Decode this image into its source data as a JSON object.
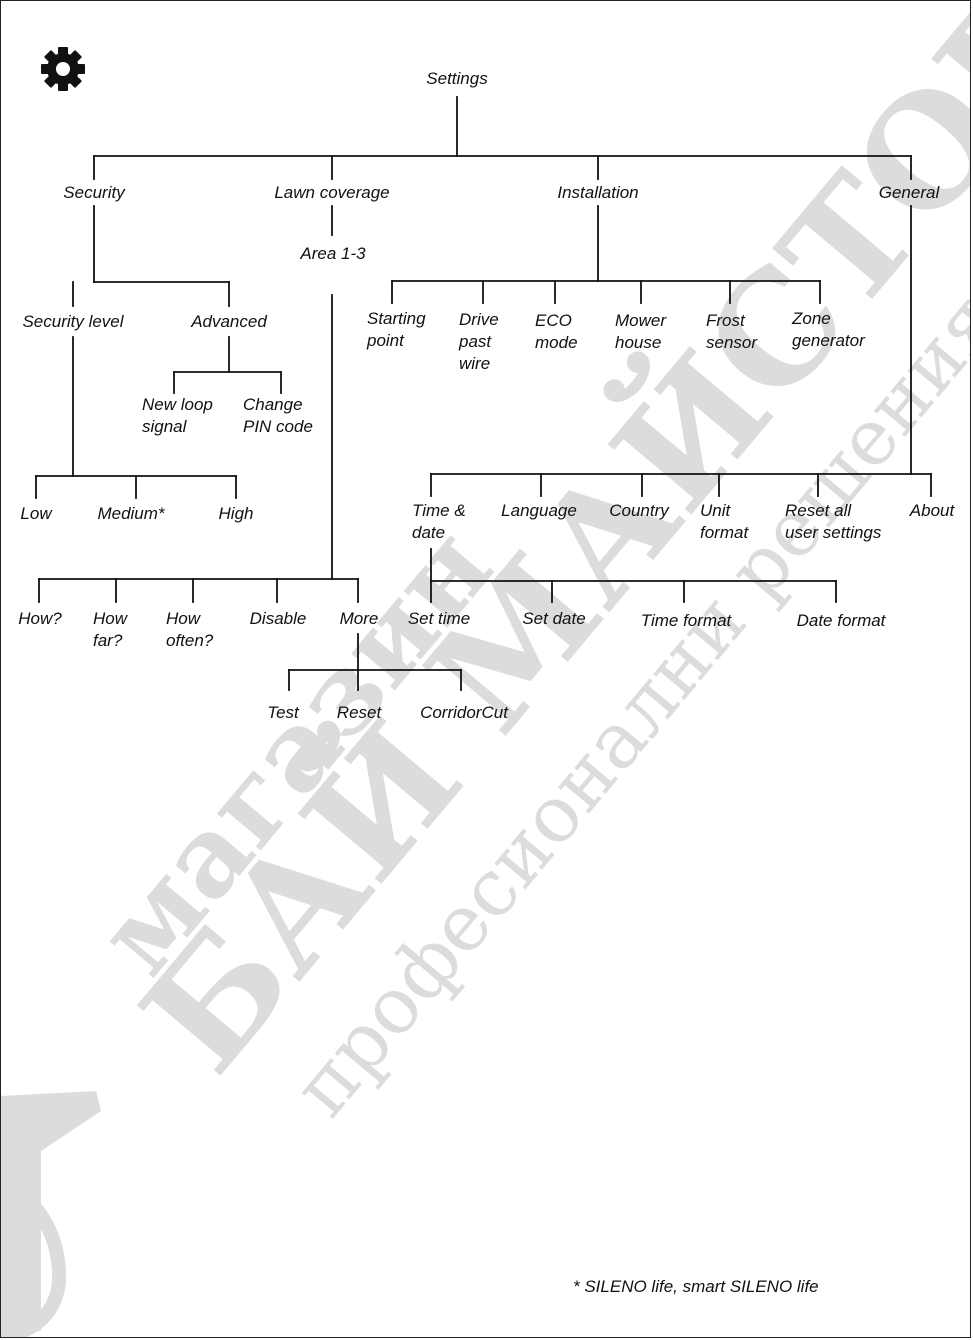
{
  "title": "Settings",
  "icon": "gear-icon",
  "footnote": "* SILENO life, smart SILENO life",
  "watermark": {
    "line1": "магазин",
    "line2": "БАЙ МАЙСТОР",
    "line3": "професионални решения",
    "color": "#dcdcdc"
  },
  "security": {
    "label": "Security",
    "security_level": "Security level",
    "advanced": "Advanced",
    "new_loop_signal": "New loop\nsignal",
    "change_pin": "Change\nPIN code",
    "low": "Low",
    "medium": "Medium*",
    "high": "High"
  },
  "lawn": {
    "label": "Lawn coverage",
    "area": "Area 1-3",
    "how": "How?",
    "how_far": "How\nfar?",
    "how_often": "How\noften?",
    "disable": "Disable",
    "more": "More",
    "test": "Test",
    "reset": "Reset",
    "corridor_cut": "CorridorCut"
  },
  "installation": {
    "label": "Installation",
    "starting_point": "Starting\npoint",
    "drive_past_wire": "Drive\npast\nwire",
    "eco_mode": "ECO\nmode",
    "mower_house": "Mower\nhouse",
    "frost_sensor": "Frost\nsensor",
    "zone_generator": "Zone\ngenerator"
  },
  "general": {
    "label": "General",
    "time_date": "Time &\ndate",
    "language": "Language",
    "country": "Country",
    "unit_format": "Unit\nformat",
    "reset_all": "Reset all\nuser settings",
    "about": "About",
    "set_time": "Set time",
    "set_date": "Set date",
    "time_format": "Time format",
    "date_format": "Date format"
  }
}
